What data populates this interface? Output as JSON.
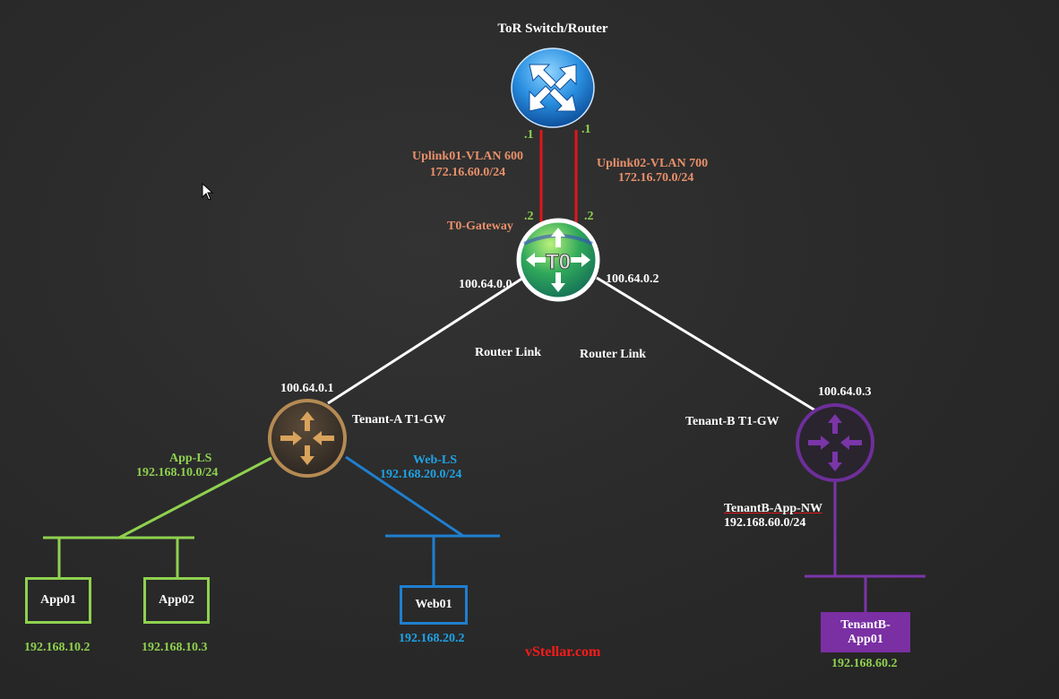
{
  "tor": {
    "title": "ToR Switch/Router",
    "left_port": ".1",
    "right_port": ".1"
  },
  "uplinks": {
    "uplink01": {
      "name": "Uplink01-VLAN 600",
      "subnet": "172.16.60.0/24",
      "port": ".2"
    },
    "uplink02": {
      "name": "Uplink02-VLAN 700",
      "subnet": "172.16.70.0/24",
      "port": ".2"
    }
  },
  "t0": {
    "label": "T0-Gateway",
    "icon_text": "T0",
    "left_ip": "100.64.0.0",
    "right_ip": "100.64.0.2"
  },
  "router_links": {
    "left": "Router Link",
    "right": "Router Link"
  },
  "tenant_a": {
    "name": "Tenant-A T1-GW",
    "ip": "100.64.0.1",
    "app_ls": {
      "name": "App-LS",
      "subnet": "192.168.10.0/24"
    },
    "web_ls": {
      "name": "Web-LS",
      "subnet": "192.168.20.0/24"
    },
    "vms": [
      {
        "name": "App01",
        "ip": "192.168.10.2"
      },
      {
        "name": "App02",
        "ip": "192.168.10.3"
      },
      {
        "name": "Web01",
        "ip": "192.168.20.2"
      }
    ]
  },
  "tenant_b": {
    "name": "Tenant-B T1-GW",
    "ip": "100.64.0.3",
    "app_nw": {
      "name": "TenantB-App-NW",
      "subnet": "192.168.60.0/24"
    },
    "vms": [
      {
        "name": "TenantB-\nApp01",
        "ip": "192.168.60.2"
      }
    ]
  },
  "watermark": "vStellar.com",
  "colors": {
    "uplink": "#e0161b",
    "router_link": "#ffffff",
    "app_segment": "#8fd14f",
    "web_segment": "#1f7fd0",
    "tenantb_segment": "#7a35a8",
    "tenant_a_router": "#b58a53",
    "tenant_b_router": "#6d2f9b"
  }
}
